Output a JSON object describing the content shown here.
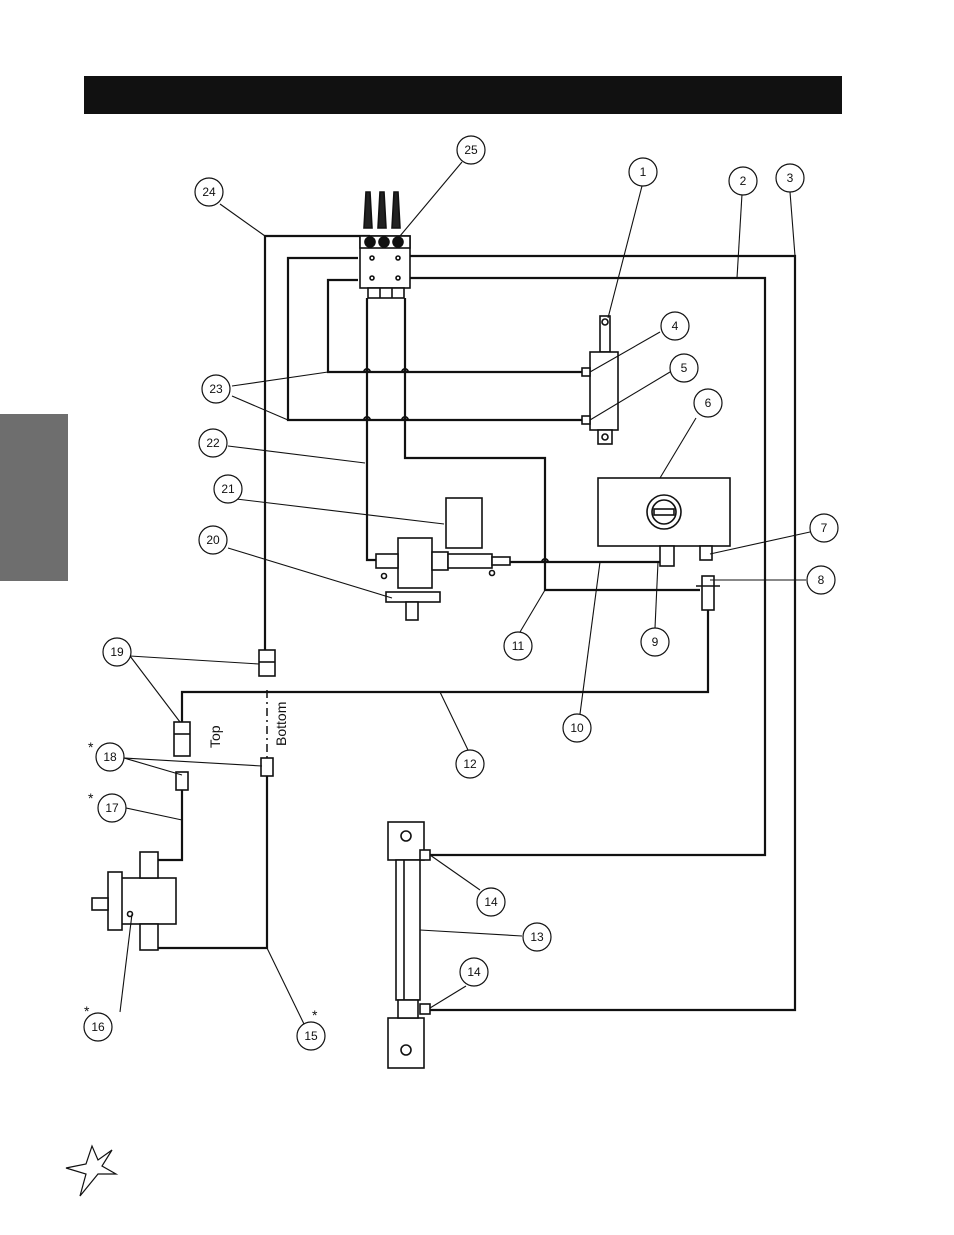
{
  "diagram": {
    "callouts": [
      {
        "id": "1",
        "label": "1"
      },
      {
        "id": "2",
        "label": "2"
      },
      {
        "id": "3",
        "label": "3"
      },
      {
        "id": "4",
        "label": "4"
      },
      {
        "id": "5",
        "label": "5"
      },
      {
        "id": "6",
        "label": "6"
      },
      {
        "id": "7",
        "label": "7"
      },
      {
        "id": "8",
        "label": "8"
      },
      {
        "id": "9",
        "label": "9"
      },
      {
        "id": "10",
        "label": "10"
      },
      {
        "id": "11",
        "label": "11"
      },
      {
        "id": "12",
        "label": "12"
      },
      {
        "id": "13",
        "label": "13"
      },
      {
        "id": "14a",
        "label": "14"
      },
      {
        "id": "14b",
        "label": "14"
      },
      {
        "id": "15",
        "label": "15"
      },
      {
        "id": "16",
        "label": "16"
      },
      {
        "id": "17",
        "label": "17"
      },
      {
        "id": "18",
        "label": "18"
      },
      {
        "id": "19",
        "label": "19"
      },
      {
        "id": "20",
        "label": "20"
      },
      {
        "id": "21",
        "label": "21"
      },
      {
        "id": "22",
        "label": "22"
      },
      {
        "id": "23",
        "label": "23"
      },
      {
        "id": "24",
        "label": "24"
      },
      {
        "id": "25",
        "label": "25"
      }
    ],
    "asterisk": "*",
    "label_top": "Top",
    "label_bottom": "Bottom"
  }
}
